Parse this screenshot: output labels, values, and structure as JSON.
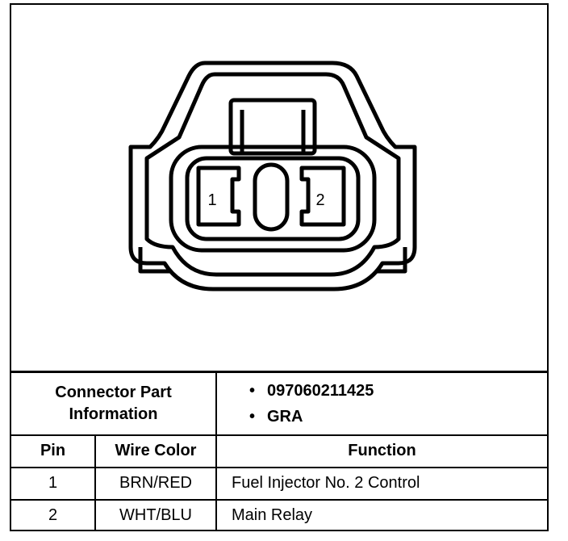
{
  "connector": {
    "pins": [
      {
        "label": "1"
      },
      {
        "label": "2"
      }
    ]
  },
  "part_info": {
    "label_line1": "Connector Part",
    "label_line2": "Information",
    "items": [
      "097060211425",
      "GRA"
    ],
    "bullet": "•"
  },
  "table": {
    "headers": {
      "pin": "Pin",
      "wire_color": "Wire Color",
      "function": "Function"
    },
    "rows": [
      {
        "pin": "1",
        "wire_color": "BRN/RED",
        "function": "Fuel Injector No. 2 Control"
      },
      {
        "pin": "2",
        "wire_color": "WHT/BLU",
        "function": "Main Relay"
      }
    ]
  }
}
